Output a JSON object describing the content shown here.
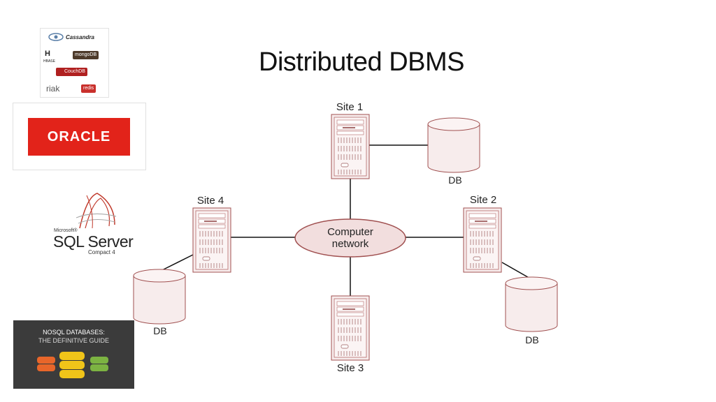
{
  "slide": {
    "title": "Distributed DBMS"
  },
  "logos": {
    "cassandra": "Cassandra",
    "hbase": "HBASE",
    "mongodb": "mongoDB",
    "couchdb": "CouchDB",
    "riak": "riak",
    "redis": "redis",
    "oracle": "ORACLE",
    "sql_ms": "Microsoft®",
    "sql_main": "SQL Server",
    "sql_sub": "Compact 4",
    "book_line1": "NOSQL DATABASES:",
    "book_line2": "THE DEFINITIVE GUIDE"
  },
  "diagram": {
    "network_line1": "Computer",
    "network_line2": "network",
    "sites": [
      "Site 1",
      "Site 2",
      "Site 3",
      "Site 4"
    ],
    "db_labels": [
      "DB",
      "DB",
      "DB"
    ]
  },
  "colors": {
    "server_stroke": "#b04a4a",
    "server_fill": "#f7ecec",
    "ellipse_fill": "#f2dede",
    "oracle_red": "#e2231a"
  }
}
